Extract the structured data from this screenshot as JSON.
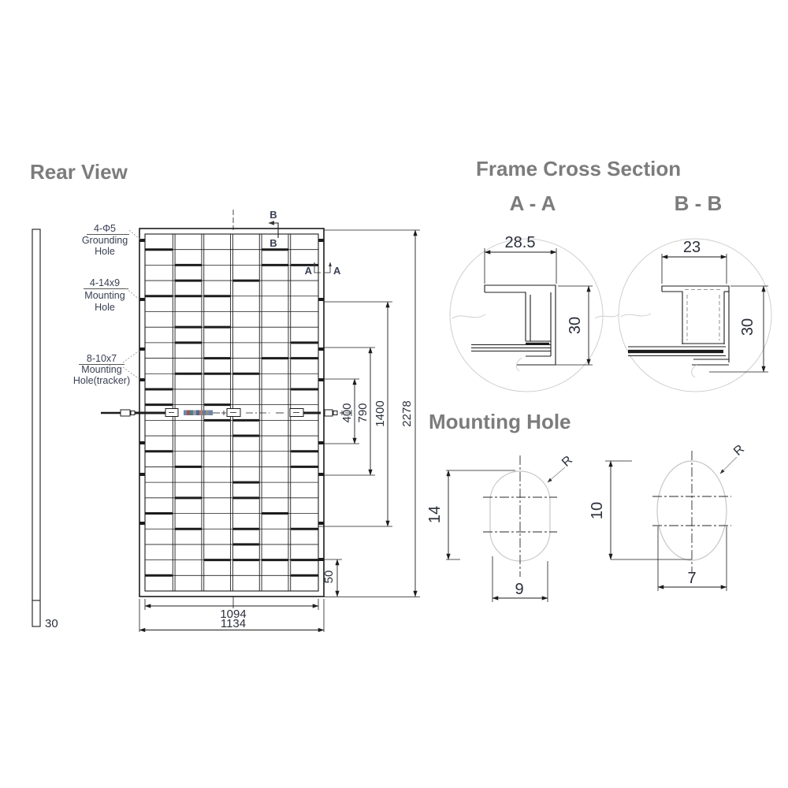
{
  "titles": {
    "rear_view": "Rear View",
    "frame_cross_section": "Frame Cross Section",
    "section_aa": "A - A",
    "section_bb": "B - B",
    "mounting_hole": "Mounting Hole"
  },
  "rear_view": {
    "labels": {
      "grounding_hole": {
        "line1": "4-Φ5",
        "line2": "Grounding",
        "line3": "Hole"
      },
      "mounting_hole": {
        "line1": "4-14x9",
        "line2": "Mounting",
        "line3": "Hole"
      },
      "tracker_hole": {
        "line1": "8-10x7",
        "line2": "Mounting",
        "line3": "Hole(tracker)"
      }
    },
    "dimensions": {
      "d400": "400",
      "d790": "790",
      "d1400": "1400",
      "d2278": "2278",
      "d50": "50",
      "d1094": "1094",
      "d1134": "1134",
      "d30": "30"
    },
    "section_markers": {
      "b_top": "B",
      "b_bottom": "B",
      "a_left": "A",
      "a_right": "A"
    }
  },
  "cross_sections": {
    "aa": {
      "width": "28.5",
      "height": "30"
    },
    "bb": {
      "width": "23",
      "height": "30"
    }
  },
  "mounting_holes": {
    "left": {
      "height": "14",
      "width": "9",
      "radius": "R"
    },
    "right": {
      "height": "10",
      "width": "7",
      "radius": "R"
    }
  },
  "colors": {
    "title": "#7c7c7c",
    "line": "#1c1c1c",
    "dim_text": "#2b2f3a",
    "label_text": "#3a4054"
  }
}
